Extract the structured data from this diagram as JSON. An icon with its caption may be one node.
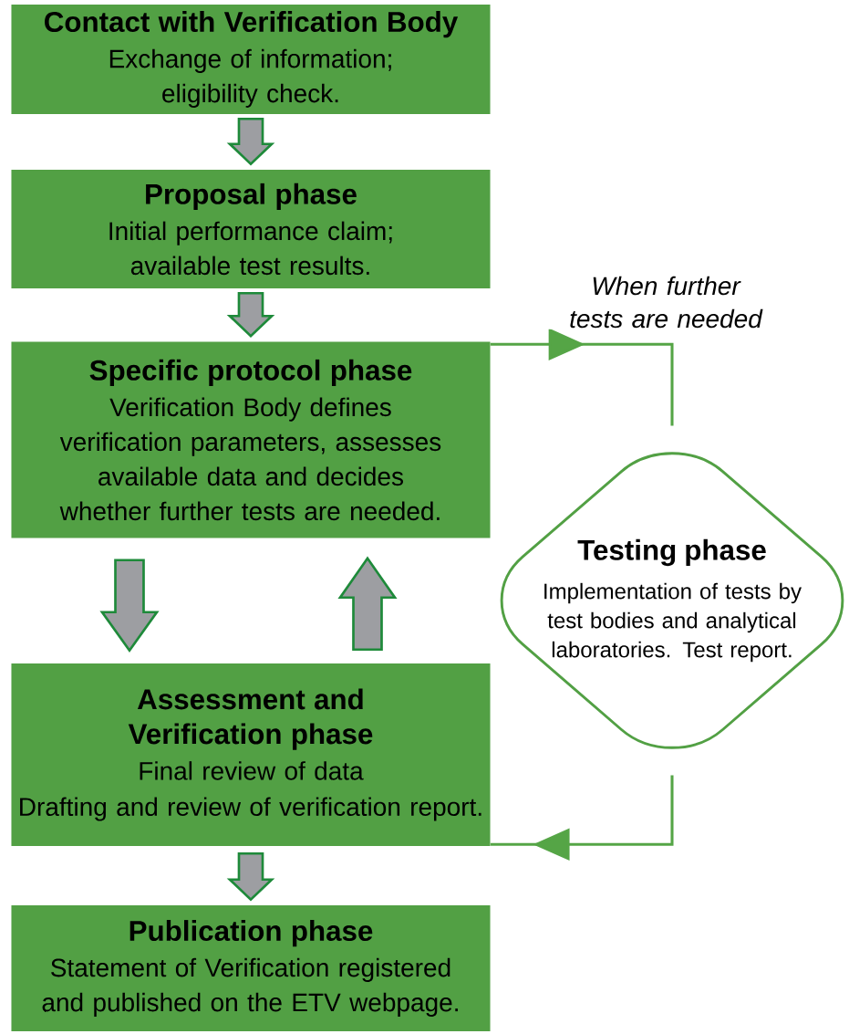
{
  "diagram": {
    "nodes": [
      {
        "text": [
          "Contact with Verification Body",
          "Exchange of information; eligibility check."
        ]
      },
      {
        "text": [
          "Proposal phase",
          "Initial performance claim; available test results."
        ]
      },
      {
        "text": [
          "Specific protocol phase",
          "Verification Body defines verification parameters, assesses available data and decides whether further tests are needed."
        ]
      },
      {
        "text": [
          "Testing phase",
          "Implementation of tests by test bodies and analytical laboratories. Test report."
        ]
      },
      {
        "text": [
          "Assessment and Verification phase",
          "Final review of data",
          "Drafting and review of verification report."
        ]
      },
      {
        "text": [
          "Publication phase",
          "Statement of Verification registered and published on the ETV webpage."
        ]
      }
    ],
    "edges": [
      {
        "from": 0,
        "to": 1,
        "arrow": "to"
      },
      {
        "from": 1,
        "to": 2,
        "arrow": "to"
      },
      {
        "from": 2,
        "to": 4,
        "arrow": "to"
      },
      {
        "from": 4,
        "to": 2,
        "arrow": "to"
      },
      {
        "from": 4,
        "to": 5,
        "arrow": "to"
      },
      {
        "from": 2,
        "to": 3,
        "arrow": "to",
        "label": "When further tests are needed",
        "color": "#55a546"
      },
      {
        "from": 3,
        "to": 4,
        "arrow": "to",
        "color": "#55a546"
      }
    ]
  }
}
